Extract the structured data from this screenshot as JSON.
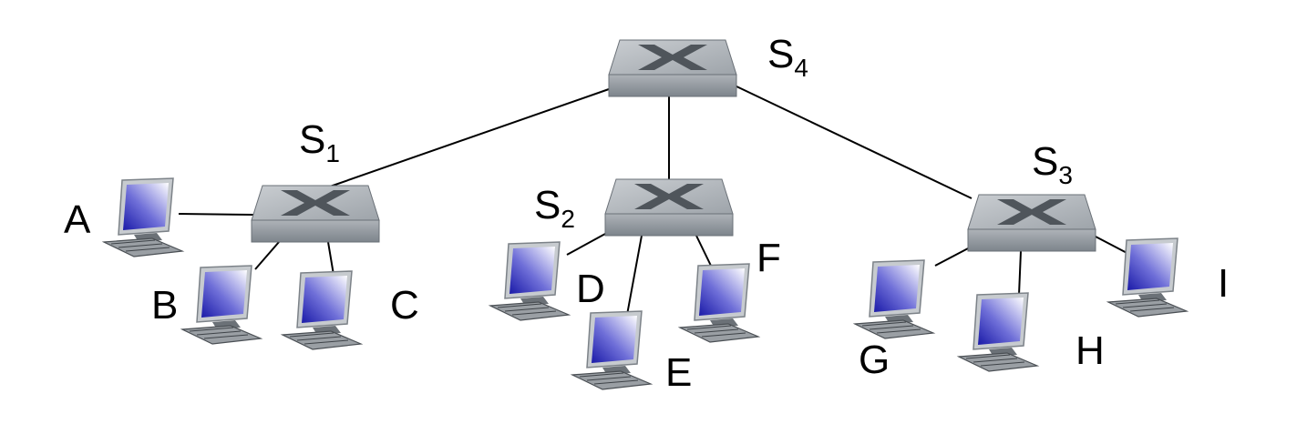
{
  "switches": [
    {
      "id": "S1",
      "label": "S",
      "subscript": "1"
    },
    {
      "id": "S2",
      "label": "S",
      "subscript": "2"
    },
    {
      "id": "S3",
      "label": "S",
      "subscript": "3"
    },
    {
      "id": "S4",
      "label": "S",
      "subscript": "4"
    }
  ],
  "hosts": [
    {
      "id": "A",
      "label": "A",
      "switch": "S1"
    },
    {
      "id": "B",
      "label": "B",
      "switch": "S1"
    },
    {
      "id": "C",
      "label": "C",
      "switch": "S1"
    },
    {
      "id": "D",
      "label": "D",
      "switch": "S2"
    },
    {
      "id": "E",
      "label": "E",
      "switch": "S2"
    },
    {
      "id": "F",
      "label": "F",
      "switch": "S2"
    },
    {
      "id": "G",
      "label": "G",
      "switch": "S3"
    },
    {
      "id": "H",
      "label": "H",
      "switch": "S3"
    },
    {
      "id": "I",
      "label": "I",
      "switch": "S3"
    }
  ],
  "links": [
    [
      "S4",
      "S1"
    ],
    [
      "S4",
      "S2"
    ],
    [
      "S4",
      "S3"
    ],
    [
      "S1",
      "A"
    ],
    [
      "S1",
      "B"
    ],
    [
      "S1",
      "C"
    ],
    [
      "S2",
      "D"
    ],
    [
      "S2",
      "E"
    ],
    [
      "S2",
      "F"
    ],
    [
      "S3",
      "G"
    ],
    [
      "S3",
      "H"
    ],
    [
      "S3",
      "I"
    ]
  ],
  "colors": {
    "switch_top_light": "#c9cdd1",
    "switch_top_dark": "#9ea4aa",
    "switch_side": "#7d848b",
    "switch_arrow": "#4f555b",
    "screen_light": "#ffffff",
    "screen_dark": "#1a1aa8",
    "monitor_frame": "#bfc3c7",
    "keyboard": "#8e9398"
  }
}
